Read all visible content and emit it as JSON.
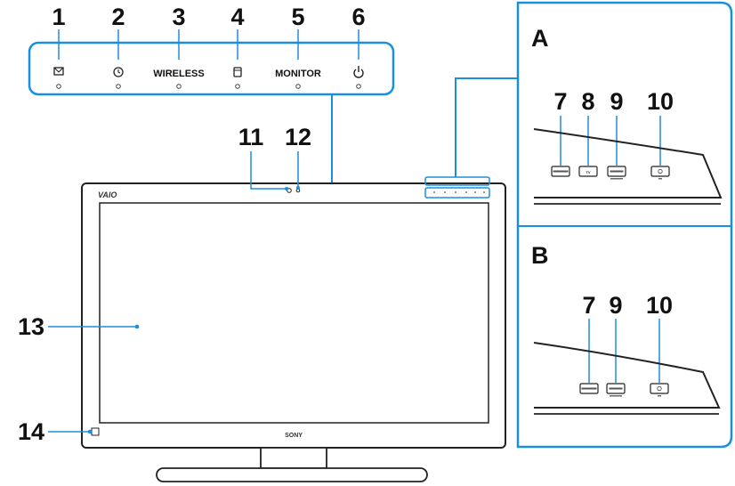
{
  "indicators": [
    {
      "number": "1",
      "label": "",
      "icon": "mail-icon"
    },
    {
      "number": "2",
      "label": "",
      "icon": "clock-icon"
    },
    {
      "number": "3",
      "label": "WIRELESS",
      "icon": ""
    },
    {
      "number": "4",
      "label": "",
      "icon": "disk-icon"
    },
    {
      "number": "5",
      "label": "MONITOR",
      "icon": ""
    },
    {
      "number": "6",
      "label": "",
      "icon": "power-icon"
    }
  ],
  "panel_a": {
    "title": "A",
    "numbers": [
      "7",
      "8",
      "9",
      "10"
    ]
  },
  "panel_b": {
    "title": "B",
    "numbers": [
      "7",
      "9",
      "10"
    ]
  },
  "callouts": {
    "n11": "11",
    "n12": "12",
    "n13": "13",
    "n14": "14"
  },
  "logos": {
    "brand_top": "VAIO",
    "brand_bottom": "SONY"
  },
  "colors": {
    "accent": "#1a8fe0",
    "outline": "#222222"
  }
}
